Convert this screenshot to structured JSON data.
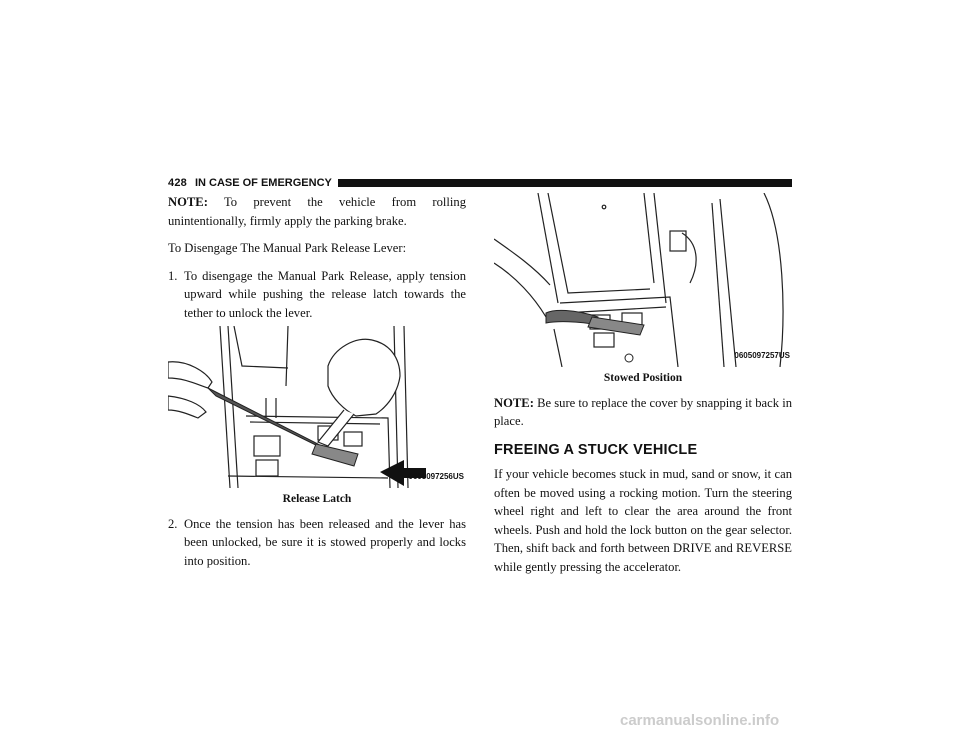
{
  "header": {
    "page_number": "428",
    "section_title": "IN CASE OF EMERGENCY"
  },
  "left": {
    "note_label": "NOTE:",
    "note_text": " To prevent the vehicle from rolling unintentionally, firmly apply the parking brake.",
    "intro": "To Disengage The Manual Park Release Lever:",
    "step1_num": "1.",
    "step1_text": "To disengage the Manual Park Release, apply tension upward while pushing the release latch towards the tether to unlock the lever.",
    "figure1_code": "0605097256US",
    "figure1_caption": "Release Latch",
    "step2_num": "2.",
    "step2_text": "Once the tension has been released and the lever has been unlocked, be sure it is stowed properly and locks into position."
  },
  "right": {
    "figure2_code": "0605097257US",
    "figure2_caption": "Stowed Position",
    "note_label": "NOTE:",
    "note_text": " Be sure to replace the cover by snapping it back in place.",
    "heading": "FREEING A STUCK VEHICLE",
    "para": "If your vehicle becomes stuck in mud, sand or snow, it can often be moved using a rocking motion. Turn the steering wheel right and left to clear the area around the front wheels. Push and hold the lock button on the gear selector. Then, shift back and forth between DRIVE and REVERSE while gently pressing the accelerator."
  },
  "footer": {
    "watermark": "carmanualsonline.info"
  }
}
